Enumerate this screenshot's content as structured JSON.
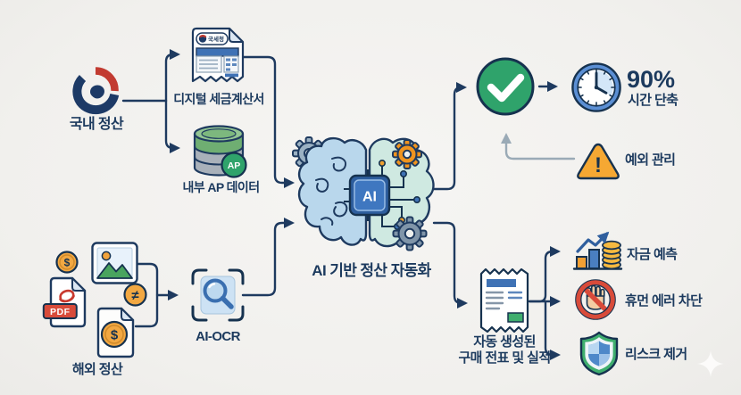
{
  "colors": {
    "navy": "#1e3a5f",
    "green": "#2fa36b",
    "orange": "#f0a030",
    "red": "#d84b3a",
    "blue": "#3f72b5",
    "teal": "#cfe9e1",
    "background": "#f1f0ed"
  },
  "domestic": {
    "label": "국내 정산"
  },
  "tax_invoice": {
    "label": "디지털 세금계산서",
    "badge": "국세청"
  },
  "ap_data": {
    "label": "내부 AP 데이터",
    "badge": "AP"
  },
  "overseas": {
    "label": "해외 정산",
    "pdf_badge": "PDF",
    "dollar": "$",
    "neq": "≠"
  },
  "ocr": {
    "label": "AI-OCR"
  },
  "core": {
    "label": "AI 기반 정산 자동화",
    "chip": "AI"
  },
  "time": {
    "value": "90%",
    "label": "시간 단축"
  },
  "exception": {
    "label": "예외 관리",
    "mark": "!"
  },
  "slip": {
    "line1": "자동 생성된",
    "line2": "구매 전표 및 실적"
  },
  "forecast": {
    "label": "자금 예측"
  },
  "error_block": {
    "label": "휴먼 에러 차단"
  },
  "risk": {
    "label": "리스크 제거"
  }
}
